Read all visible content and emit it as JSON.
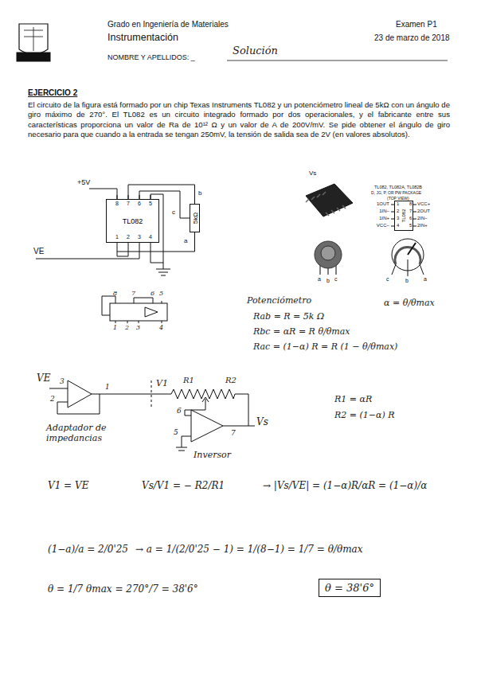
{
  "diagram": {
    "nodes": [
      {
        "text": [
          "TL082"
        ]
      },
      {
        "text": [
          "5kΩ"
        ]
      },
      {
        "text": [
          "TL082"
        ]
      },
      {
        "text": [
          "θ = 38'6°"
        ]
      }
    ],
    "edges": [
      {
        "from": 0,
        "to": 1,
        "arrow": "none"
      },
      {
        "from": 0,
        "to": 1,
        "arrow": "none"
      },
      {
        "from": 0,
        "to": 1,
        "arrow": "none"
      }
    ],
    "labels": [
      "Grado en Ingeniería de Materiales",
      "Instrumentación",
      "NOMBRE Y APELLIDOS: _",
      "Solución",
      "Examen P1",
      "23 de marzo de 2018",
      "EJERCICIO 2",
      "El circuito de la figura está formado por un chip Texas Instruments TL082 y un potenciómetro lineal de 5kΩ con un ángulo de giro máximo de 270°. El TL082 es un circuito integrado formado por dos operacionales, y el fabricante entre sus características proporciona un valor de Ra de 10¹² Ω y un valor de A de 200V/mV. Se pide obtener el ángulo de giro necesario para que cuando a la entrada se tengan 250mV, la tensión de salida sea de 2V (en valores absolutos).",
      "+5V",
      "VE",
      "8",
      "7",
      "6",
      "5",
      "1",
      "2",
      "3",
      "4",
      "b",
      "c",
      "a",
      "Vs",
      "TL082, TL082A, TL082B",
      "D, JG, P, OR PW PACKAGE",
      "(TOP VIEW)",
      "1OUT",
      "1IN−",
      "1IN+",
      "VCC−",
      "VCC+",
      "2OUT",
      "2IN−",
      "2IN+",
      "1",
      "2",
      "3",
      "4",
      "8",
      "7",
      "6",
      "5",
      "a",
      "b",
      "c",
      "c",
      "b",
      "a",
      "8",
      "7",
      "6",
      "5",
      "1",
      "2",
      "3",
      "4",
      "Potenciómetro",
      "α = θ/θmax",
      "Rab = R = 5k Ω",
      "Rbc = αR = R θ/θmax",
      "Rac = (1−α) R = R (1 − θ/θmax)",
      "VE",
      "3",
      "2",
      "1",
      "V1",
      "R1",
      "R2",
      "6",
      "5",
      "7",
      "Vs",
      "Adaptador de impedancias",
      "Inversor",
      "R1 = αR",
      "R2 = (1−α) R",
      "V1 = VE",
      "Vs/V1 = − R2/R1",
      "→ |Vs/VE| = (1−α)R/αR = (1−α)/α",
      "(1−a)/a = 2/0'25",
      "→ a = 1/(2/0'25 − 1) = 1/(8−1) = 1/7 = θ/θmax",
      "θ = 1/7 θmax = 270°/7 = 38'6°"
    ]
  }
}
